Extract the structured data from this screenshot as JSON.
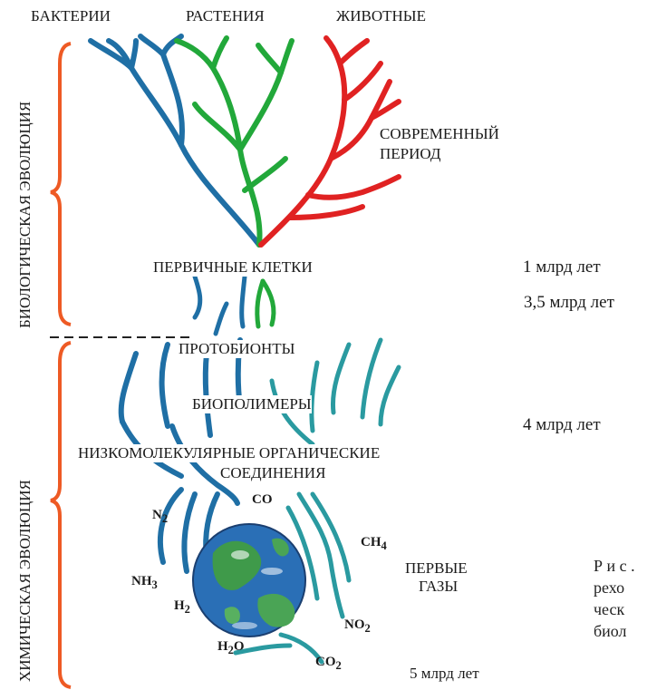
{
  "columns": {
    "bacteria": "БАКТЕРИИ",
    "plants": "РАСТЕНИЯ",
    "animals": "ЖИВОТНЫЕ"
  },
  "eras": {
    "biological": "БИОЛОГИЧЕСКАЯ ЭВОЛЮЦИЯ",
    "chemical": "ХИМИЧЕСКАЯ ЭВОЛЮЦИЯ"
  },
  "stages": {
    "modern_line1": "СОВРЕМЕННЫЙ",
    "modern_line2": "ПЕРИОД",
    "primary_cells": "ПЕРВИЧНЫЕ КЛЕТКИ",
    "protobionts": "ПРОТОБИОНТЫ",
    "biopolymers": "БИОПОЛИМЕРЫ",
    "lowmol_line1": "НИЗКОМОЛЕКУЛЯРНЫЕ ОРГАНИЧЕСКИЕ",
    "lowmol_line2": "СОЕДИНЕНИЯ",
    "first_gases_line1": "ПЕРВЫЕ",
    "first_gases_line2": "ГАЗЫ"
  },
  "timeline": {
    "t1": "1 млрд лет",
    "t35": "3,5 млрд лет",
    "t4": "4 млрд лет",
    "t5": "5 млрд лет"
  },
  "gases": {
    "n2": {
      "base": "N",
      "sub": "2"
    },
    "co": {
      "base": "CO",
      "sub": ""
    },
    "nh3": {
      "base": "NH",
      "sub": "3"
    },
    "h2": {
      "base": "H",
      "sub": "2"
    },
    "ch4": {
      "base": "CH",
      "sub": "4"
    },
    "no2": {
      "base": "NO",
      "sub": "2"
    },
    "h2o": {
      "base": "H",
      "sub": "2",
      "tail": "O"
    },
    "co2": {
      "base": "CO",
      "sub": "2"
    }
  },
  "caption": {
    "line1": "Р и с .",
    "line2": "рехо",
    "line3": "ческ",
    "line4": "биол"
  },
  "colors": {
    "bacteria": "#1f6fa5",
    "plants": "#22a83a",
    "animals": "#e02222",
    "chemical": "#2a9aa0",
    "brace": "#ee5a24"
  }
}
